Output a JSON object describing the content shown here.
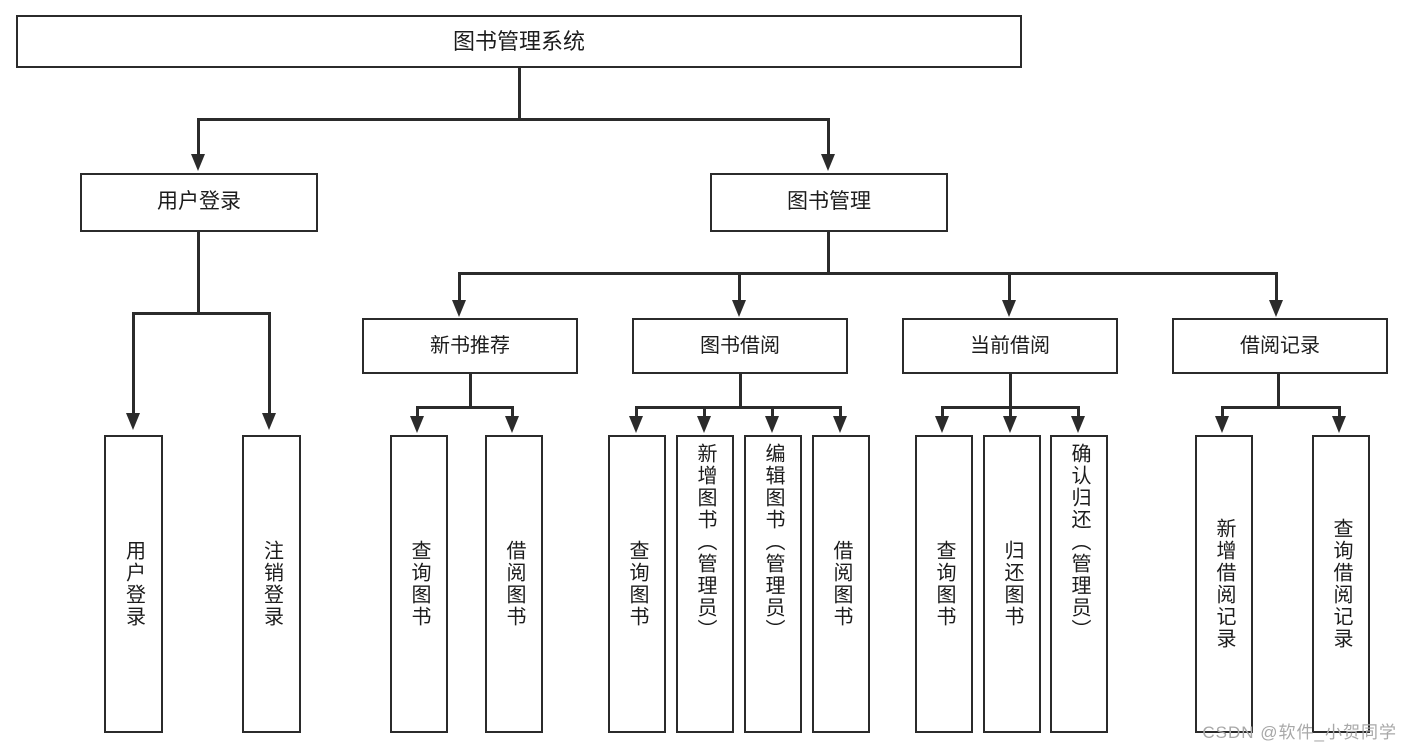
{
  "diagram": {
    "title": "图书管理系统",
    "type": "tree",
    "watermark": "CSDN @软件_小贺同学",
    "colors": {
      "stroke": "#2b2b2b",
      "fill": "#ffffff",
      "text": "#1c1c1c",
      "watermark": "#a8a8a8"
    },
    "root": {
      "label": "图书管理系统"
    },
    "level2": [
      {
        "label": "用户登录"
      },
      {
        "label": "图书管理"
      }
    ],
    "level3": [
      {
        "label": "新书推荐"
      },
      {
        "label": "图书借阅"
      },
      {
        "label": "当前借阅"
      },
      {
        "label": "借阅记录"
      }
    ],
    "leaves": {
      "user_login": [
        {
          "label": "用户登录"
        },
        {
          "label": "注销登录"
        }
      ],
      "new_book_recommend": [
        {
          "label": "查询图书"
        },
        {
          "label": "借阅图书"
        }
      ],
      "book_borrow": [
        {
          "label": "查询图书"
        },
        {
          "label": "新增图书（管理员）"
        },
        {
          "label": "编辑图书（管理员）"
        },
        {
          "label": "借阅图书"
        }
      ],
      "current_borrow": [
        {
          "label": "查询图书"
        },
        {
          "label": "归还图书"
        },
        {
          "label": "确认归还（管理员）"
        }
      ],
      "borrow_record": [
        {
          "label": "新增借阅记录"
        },
        {
          "label": "查询借阅记录"
        }
      ]
    }
  }
}
